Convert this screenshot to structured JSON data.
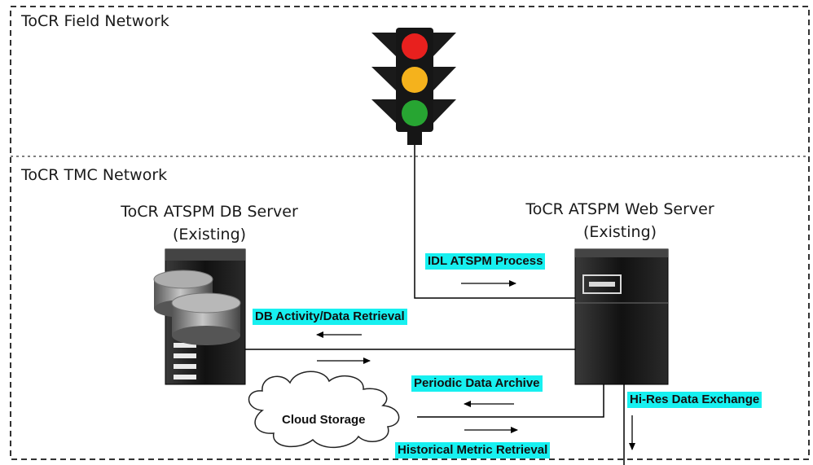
{
  "zones": {
    "field": {
      "label": "ToCR Field Network"
    },
    "tmc": {
      "label": "ToCR TMC Network"
    }
  },
  "servers": {
    "db": {
      "name": "ToCR ATSPM DB Server",
      "status": "(Existing)"
    },
    "web": {
      "name": "ToCR ATSPM Web Server",
      "status": "(Existing)"
    }
  },
  "cloud": {
    "label": "Cloud Storage"
  },
  "flows": {
    "idl_process": "IDL ATSPM Process",
    "db_activity": "DB Activity/Data Retrieval",
    "periodic_archive": "Periodic Data Archive",
    "historical_retrieval": "Historical Metric Retrieval",
    "hires_exchange": "Hi-Res Data Exchange"
  },
  "traffic_light": {
    "colors": [
      "#e8201e",
      "#f5b21c",
      "#27a532"
    ]
  },
  "icons": [
    "traffic-light-icon",
    "database-server-icon",
    "web-server-icon",
    "cloud-icon",
    "arrow-right-icon",
    "arrow-left-icon",
    "arrow-down-icon"
  ]
}
